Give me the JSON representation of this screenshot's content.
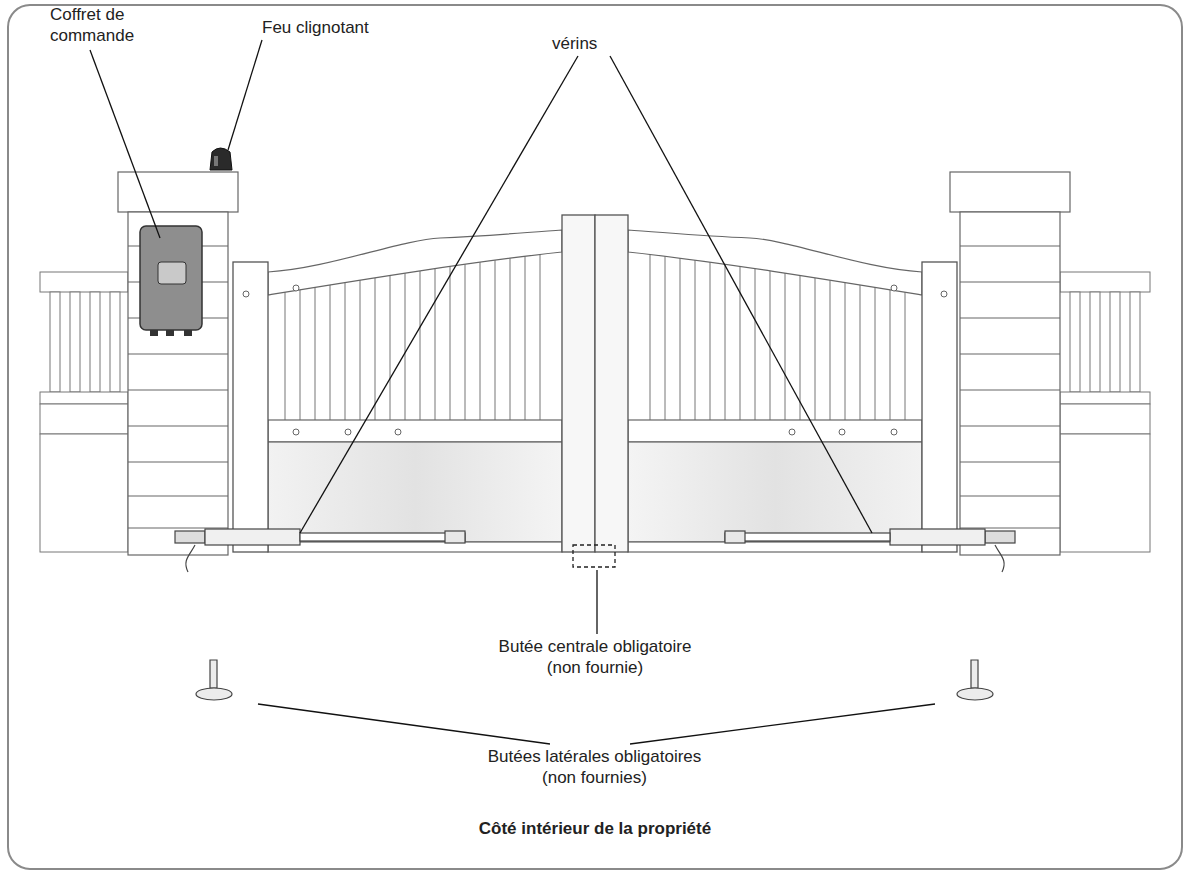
{
  "diagram": {
    "caption": "Côté intérieur de la propriété",
    "labels": [
      "Coffret de commande",
      "Feu clignotant",
      "vérins",
      "Butée centrale obligatoire (non fournie)",
      "Butées latérales obligatoires (non fournies)"
    ]
  }
}
